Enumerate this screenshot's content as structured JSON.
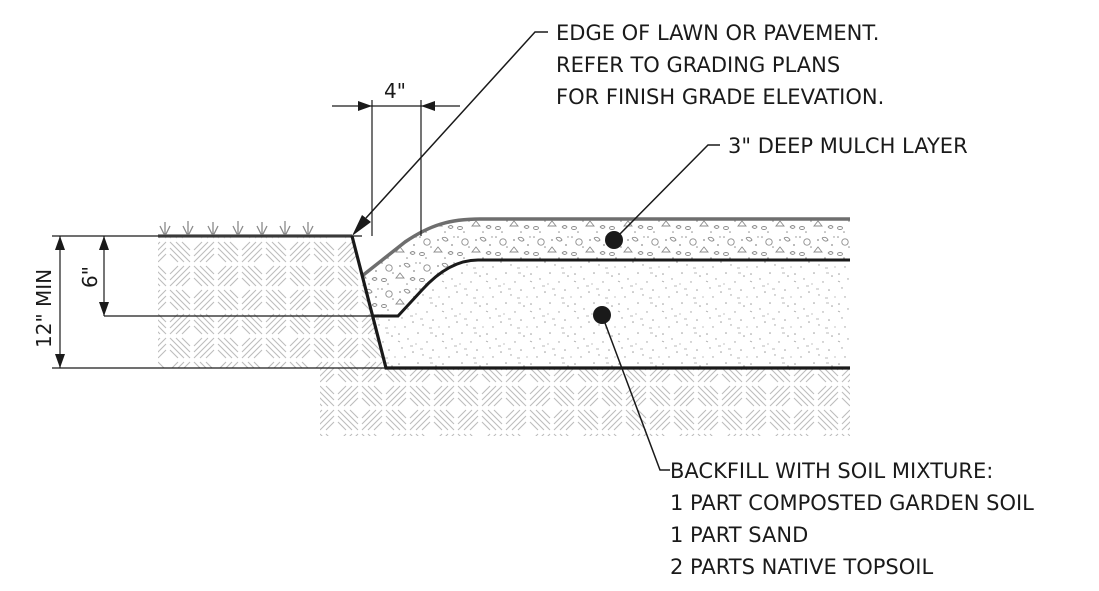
{
  "callouts": {
    "edge": [
      "EDGE OF LAWN OR PAVEMENT.",
      "REFER TO GRADING PLANS",
      "FOR FINISH GRADE ELEVATION."
    ],
    "mulch": "3\" DEEP MULCH LAYER",
    "backfill": [
      "BACKFILL WITH SOIL MIXTURE:",
      "1 PART COMPOSTED GARDEN SOIL",
      "1 PART SAND",
      "2 PARTS NATIVE TOPSOIL"
    ]
  },
  "dimensions": {
    "width": "4\"",
    "depth": "6\"",
    "min_depth": "12\" MIN"
  },
  "colors": {
    "ink": "#1a1a1a",
    "hatch": "#bcbcbc",
    "surface": "#6e6e6e"
  }
}
